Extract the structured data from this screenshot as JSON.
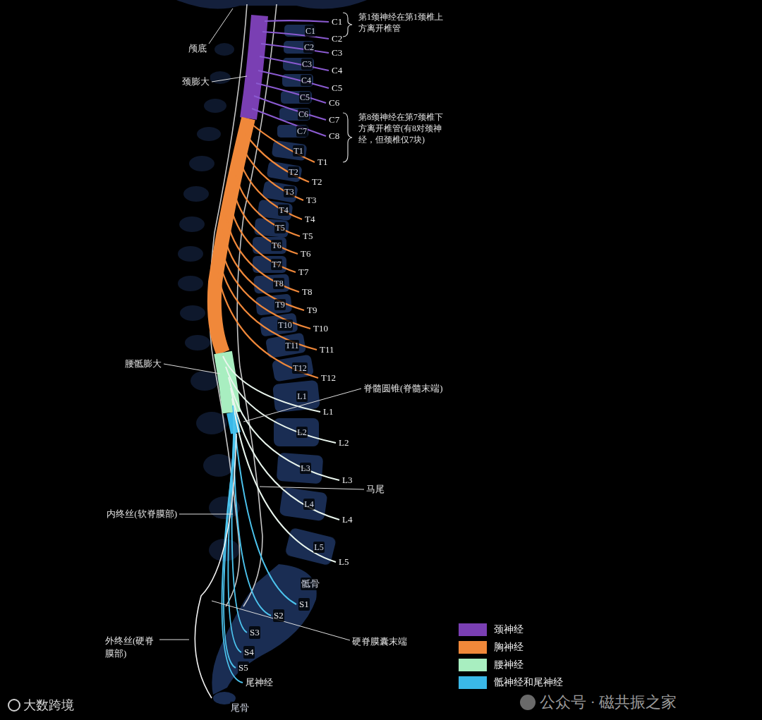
{
  "diagram": {
    "labels": [
      "第1颈神经在第1颈椎上方离开椎管",
      "第8颈神经在第7颈椎下方离开椎管(有8对颈神经，但颈椎仅7块)",
      "颅底",
      "颈膨大",
      "腰骶膨大",
      "内终丝(软脊膜部)",
      "外终丝(硬脊膜部)",
      "脊髓圆锥(脊髓末端)",
      "马尾",
      "硬脊膜囊末端",
      "C1",
      "C2",
      "C3",
      "C4",
      "C5",
      "C6",
      "C7",
      "T1",
      "T2",
      "T3",
      "T4",
      "T5",
      "T6",
      "T7",
      "T8",
      "T9",
      "T10",
      "T11",
      "T12",
      "L1",
      "L2",
      "L3",
      "L4",
      "L5",
      "骶骨",
      "尾骨",
      "C1",
      "C2",
      "C3",
      "C4",
      "C5",
      "C6",
      "C7",
      "C8",
      "T1",
      "T2",
      "T3",
      "T4",
      "T5",
      "T6",
      "T7",
      "T8",
      "T9",
      "T10",
      "T11",
      "T12",
      "L1",
      "L2",
      "L3",
      "L4",
      "L5",
      "S1",
      "S2",
      "S3",
      "S4",
      "S5",
      "尾神经",
      "公众号 · 磁共振之家",
      "大数跨境"
    ],
    "legend": [
      {
        "text": "颈神经",
        "color": "#7a3fb3"
      },
      {
        "text": "胸神经",
        "color": "#f0883a"
      },
      {
        "text": "腰神经",
        "color": "#a8eec0"
      },
      {
        "text": "骶神经和尾神经",
        "color": "#3ab8e8"
      }
    ]
  }
}
